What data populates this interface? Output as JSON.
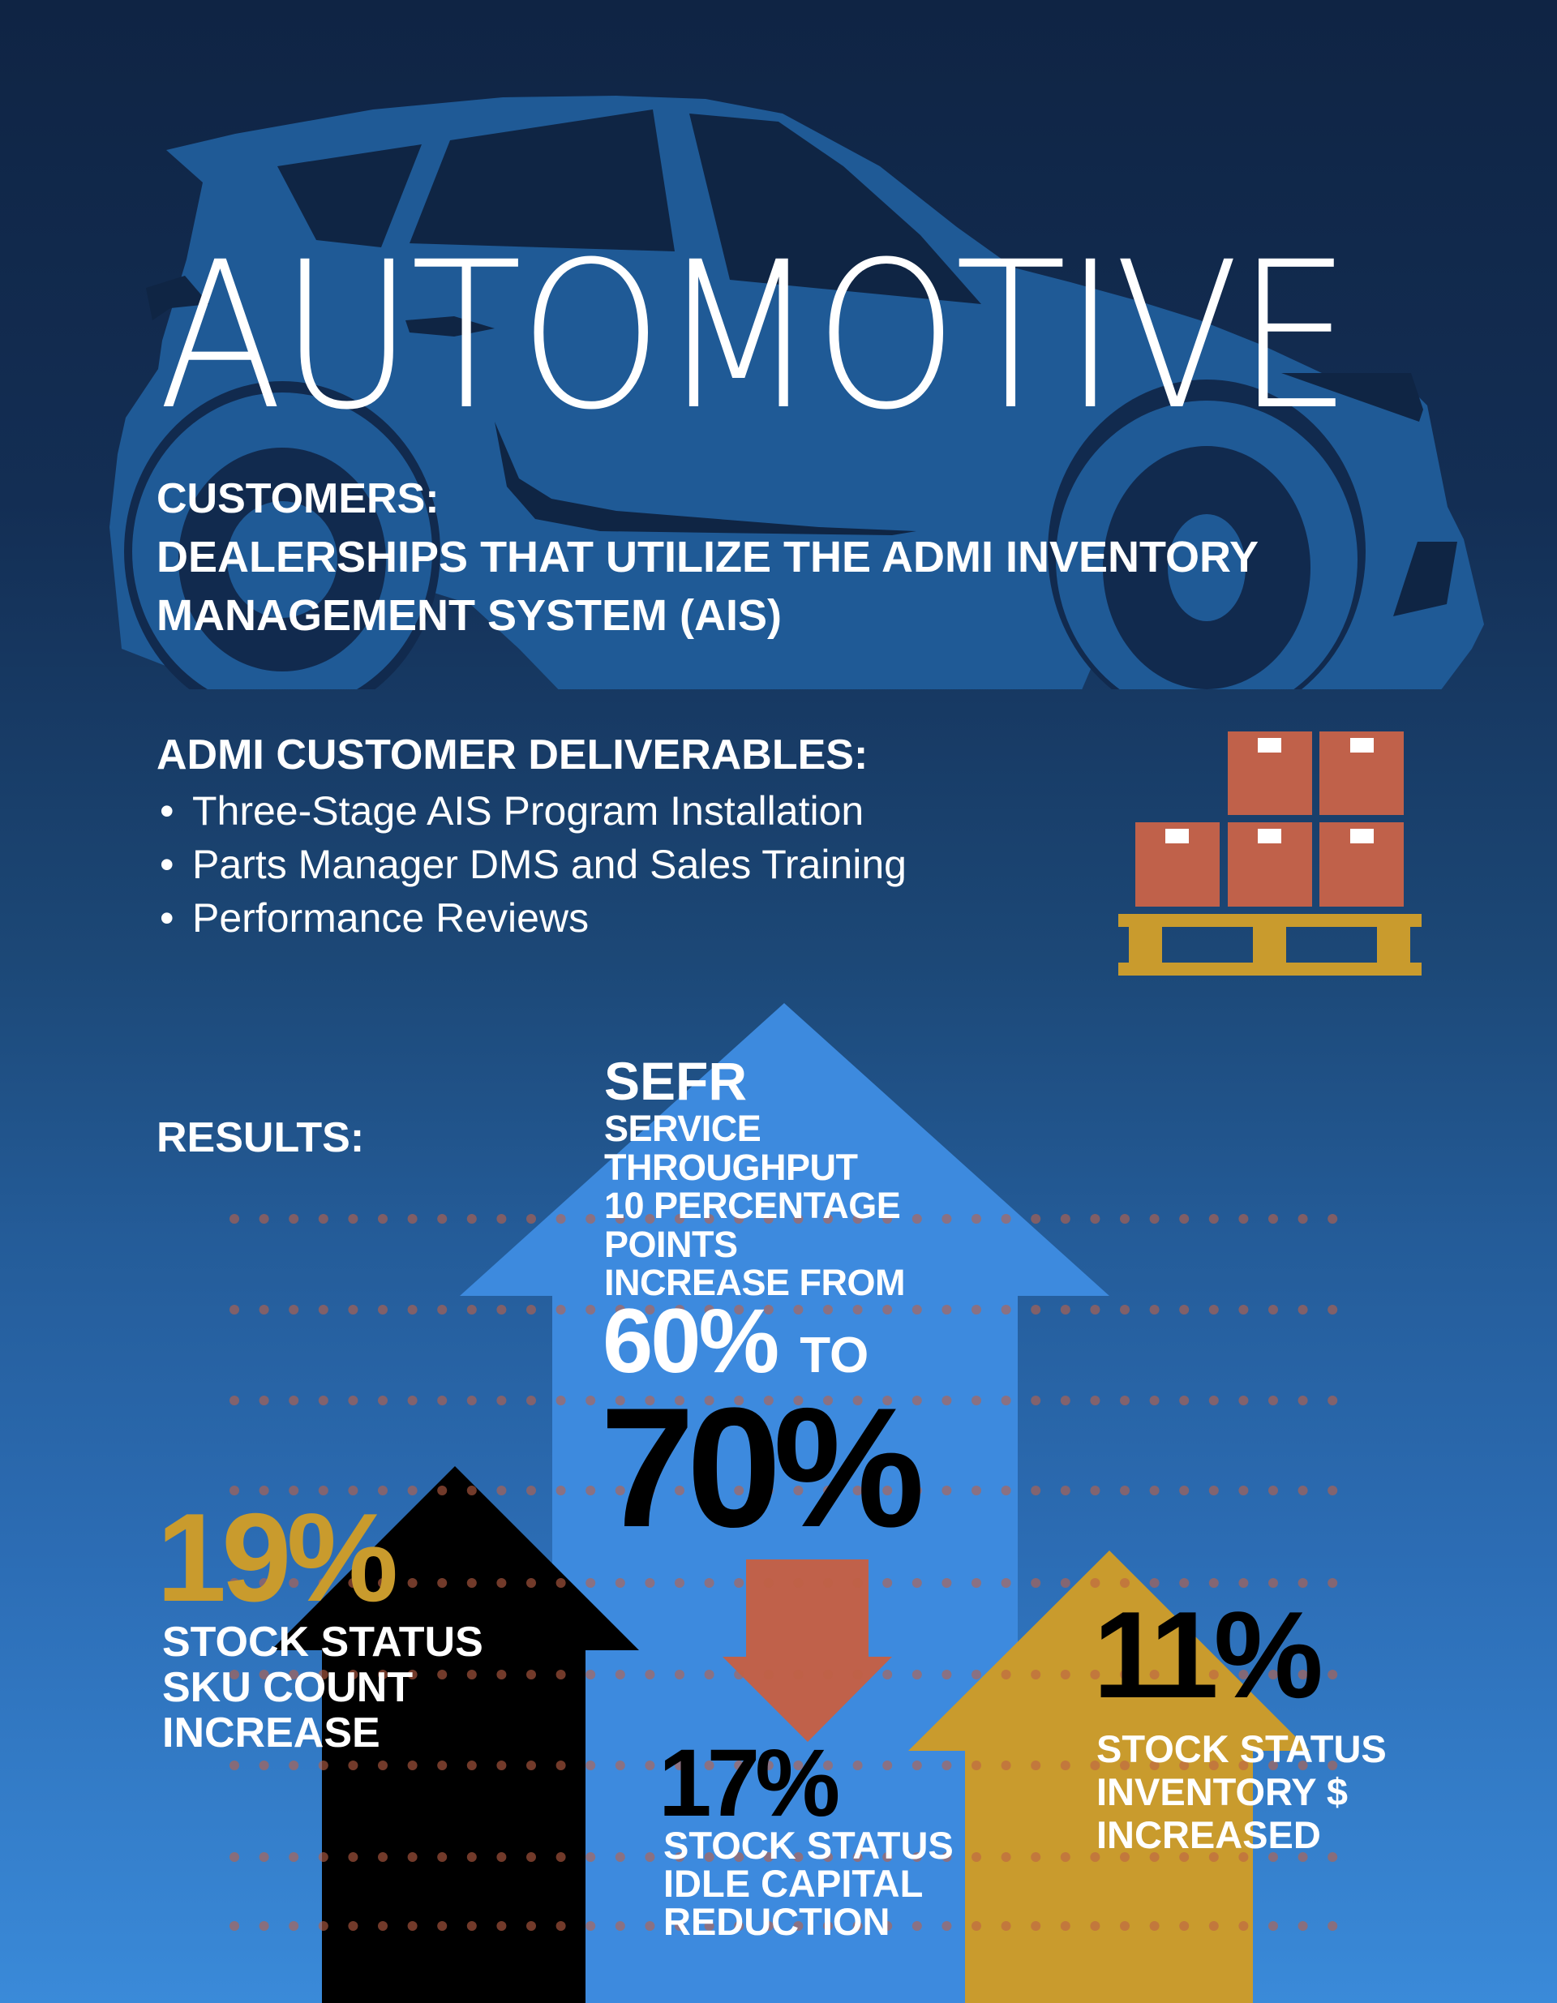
{
  "header": {
    "title": "AUTOMOTIVE"
  },
  "customers": {
    "heading": "CUSTOMERS:",
    "lines": [
      "DEALERSHIPS THAT UTILIZE THE ADMI INVENTORY",
      "MANAGEMENT SYSTEM (AIS)"
    ]
  },
  "deliverables": {
    "heading": "ADMI CUSTOMER DELIVERABLES:",
    "bullet_glyph": "•",
    "items": [
      "Three-Stage AIS Program Installation",
      "Parts Manager DMS and Sales Training",
      "Performance Reviews"
    ],
    "icon": "pallet-boxes-icon"
  },
  "results": {
    "heading": "RESULTS:",
    "sefr": {
      "title": "SEFR",
      "lines": [
        "SERVICE",
        "THROUGHPUT",
        "10 PERCENTAGE",
        "POINTS",
        "INCREASE FROM"
      ],
      "from_value": "60%",
      "to_word": "TO",
      "to_value": "70%",
      "arrow": "up-arrow-icon"
    },
    "sku": {
      "value": "19%",
      "lines": [
        "STOCK STATUS",
        "SKU COUNT",
        "INCREASE"
      ],
      "arrow": "up-arrow-icon"
    },
    "idle_capital": {
      "value": "17%",
      "lines": [
        "STOCK STATUS",
        "IDLE CAPITAL",
        "REDUCTION"
      ],
      "arrow": "down-arrow-icon"
    },
    "inventory": {
      "value": "11%",
      "lines": [
        "STOCK STATUS",
        "INVENTORY $",
        "INCREASED"
      ],
      "arrow": "up-arrow-icon"
    }
  },
  "colors": {
    "bg_top": "#0f2444",
    "bg_bottom": "#3a8ad9",
    "car": "#1f5a96",
    "car_dark": "#112a4e",
    "blue_arrow": "#3d8ade",
    "black_arrow": "#000000",
    "gold": "#c99b2d",
    "red": "#c0614a",
    "dots": "rgba(190,96,70,0.6)",
    "white": "#ffffff"
  }
}
